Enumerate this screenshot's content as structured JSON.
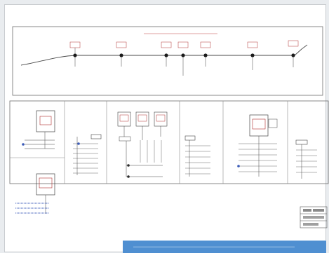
{
  "diagram": {
    "title": "",
    "bus_nodes": [
      {
        "id": "n1",
        "label": "",
        "sub": ""
      },
      {
        "id": "n2",
        "label": "",
        "sub": ""
      },
      {
        "id": "n3",
        "label": "",
        "sub": ""
      },
      {
        "id": "n4",
        "label": "",
        "sub": ""
      },
      {
        "id": "n5",
        "label": "",
        "sub": ""
      },
      {
        "id": "n6",
        "label": "",
        "sub": ""
      },
      {
        "id": "n7",
        "label": "",
        "sub": ""
      }
    ],
    "panels": [
      {
        "id": "p1",
        "title": ""
      },
      {
        "id": "p2",
        "title": ""
      },
      {
        "id": "p3",
        "title": ""
      },
      {
        "id": "p4",
        "title": ""
      },
      {
        "id": "p5",
        "title": ""
      },
      {
        "id": "p6",
        "title": ""
      },
      {
        "id": "p7",
        "title": ""
      }
    ]
  },
  "colors": {
    "line": "#3a3a3a",
    "label": "#9e2b2b",
    "accent": "#3b5bb8",
    "banner": "#4f8fd1"
  }
}
